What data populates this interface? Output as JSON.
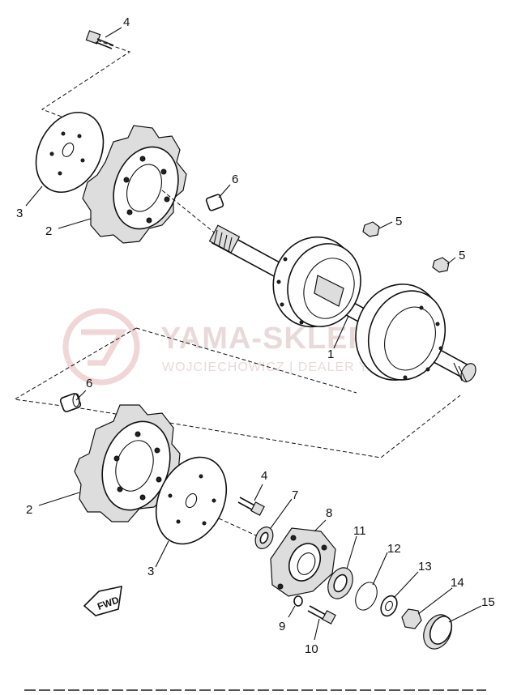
{
  "watermark": {
    "brand": "YAMA-SKLEP.PL",
    "tagline": "WOJCIECHOWICZ | DEALER YAMAHA",
    "color": "#e9dada"
  },
  "fwd_label": "FWD",
  "callouts": {
    "c1": "1",
    "c2a": "2",
    "c2b": "2",
    "c3a": "3",
    "c3b": "3",
    "c4a": "4",
    "c4b": "4",
    "c5a": "5",
    "c5b": "5",
    "c6a": "6",
    "c6b": "6",
    "c7": "7",
    "c8": "8",
    "c9": "9",
    "c10": "10",
    "c11": "11",
    "c12": "12",
    "c13": "13",
    "c14": "14",
    "c15": "15"
  }
}
